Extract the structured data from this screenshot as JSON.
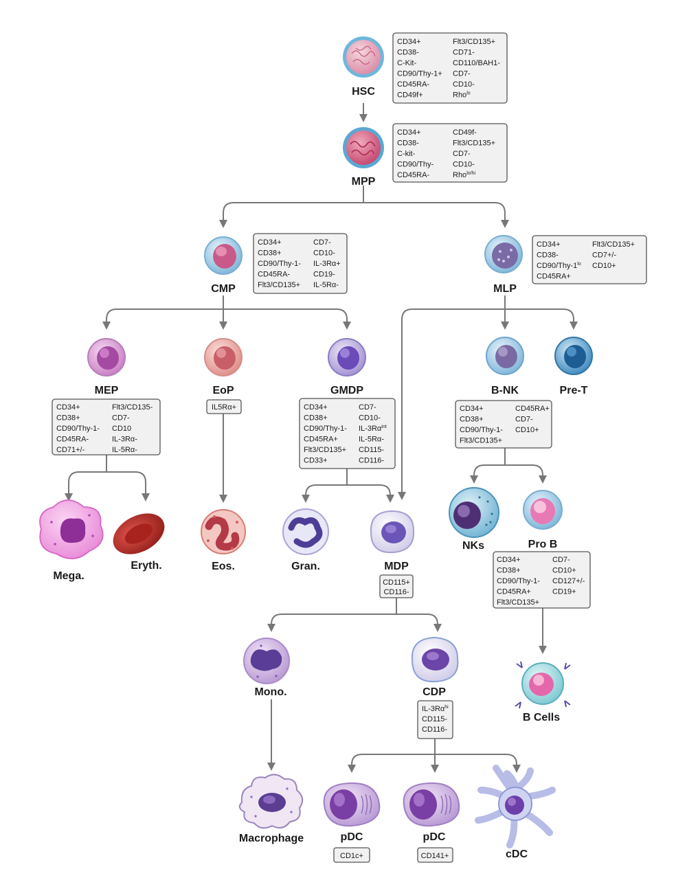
{
  "colors": {
    "connector": "#777777",
    "marker_box_fill": "#f1f1f1",
    "marker_box_border": "#555555",
    "label_text": "#1a1a1a"
  },
  "labels": {
    "hsc": "HSC",
    "mpp": "MPP",
    "cmp": "CMP",
    "mlp": "MLP",
    "mep": "MEP",
    "eop": "EoP",
    "gmdp": "GMDP",
    "bnk": "B-NK",
    "pret": "Pre-T",
    "mega": "Mega.",
    "eryth": "Eryth.",
    "eos": "Eos.",
    "gran": "Gran.",
    "mdp": "MDP",
    "nks": "NKs",
    "prob": "Pro  B",
    "mono": "Mono.",
    "cdp": "CDP",
    "bcells": "B Cells",
    "macrophage": "Macrophage",
    "pdc1": "pDC",
    "pdc2": "pDC",
    "cdc": "cDC"
  },
  "markers": {
    "hsc": {
      "col1": [
        "CD34+",
        "CD38-",
        "C-Kit-",
        "CD90/Thy-1+",
        "CD45RA-",
        "CD49f+"
      ],
      "col2": [
        "Flt3/CD135+",
        "CD71-",
        "CD110/BAH1-",
        "CD7-",
        "CD10-",
        "Rho"
      ],
      "sup": "lo"
    },
    "mpp": {
      "col1": [
        "CD34+",
        "CD38-",
        "C-kit-",
        "CD90/Thy-",
        "CD45RA-"
      ],
      "col2": [
        "CD49f-",
        "Flt3/CD135+",
        "CD7-",
        "CD10-",
        "Rho"
      ],
      "sup": "lo/hi"
    },
    "cmp": {
      "col1": [
        "CD34+",
        "CD38+",
        "CD90/Thy-1-",
        "CD45RA-",
        "Flt3/CD135+"
      ],
      "col2": [
        "CD7-",
        "CD10-",
        "IL-3Rα+",
        "CD19-",
        "IL-5Rα-"
      ]
    },
    "mlp": {
      "col1": [
        "CD34+",
        "CD38-",
        "CD90/Thy-1",
        "CD45RA+"
      ],
      "col2": [
        "Flt3/CD135+",
        "CD7+/-",
        "CD10+"
      ],
      "sup": "lo"
    },
    "mep": {
      "col1": [
        "CD34+",
        "CD38+",
        "CD90/Thy-1-",
        "CD45RA-",
        "CD71+/-"
      ],
      "col2": [
        "Flt3/CD135-",
        "CD7-",
        "CD10",
        "IL-3Rα-",
        "IL-5Rα-"
      ]
    },
    "eop": {
      "items": [
        "IL5Rα+"
      ]
    },
    "gmdp": {
      "col1": [
        "CD34+",
        "CD38+",
        "CD90/Thy-1-",
        "CD45RA+",
        "Flt3/CD135+",
        "CD33+"
      ],
      "col2": [
        "CD7-",
        "CD10-",
        "IL-3Rα",
        "IL-5Rα-",
        "CD115-",
        "CD116-"
      ],
      "sup": "int"
    },
    "bnk": {
      "col1": [
        "CD34+",
        "CD38+",
        "CD90/Thy-1-",
        "Flt3/CD135+"
      ],
      "col2": [
        "CD45RA+",
        "CD7-",
        "CD10+"
      ]
    },
    "mdp": {
      "items": [
        "CD115+",
        "CD116-"
      ]
    },
    "prob": {
      "col1": [
        "CD34+",
        "CD38+",
        "CD90/Thy-1-",
        "CD45RA+",
        "Flt3/CD135+"
      ],
      "col2": [
        "CD7-",
        "CD10+",
        "CD127+/-",
        "CD19+"
      ]
    },
    "cdp": {
      "items": [
        "IL-3Rα",
        "CD115-",
        "CD116-"
      ],
      "sup": "hi"
    },
    "pdc1": {
      "items": [
        "CD1c+"
      ]
    },
    "pdc2": {
      "items": [
        "CD141+"
      ]
    }
  }
}
